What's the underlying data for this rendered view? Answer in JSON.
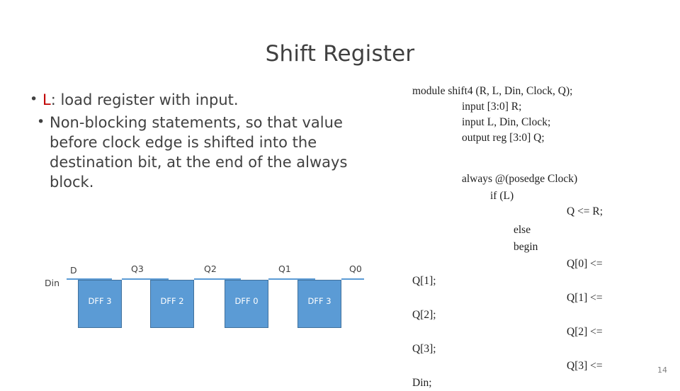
{
  "slide": {
    "title": "Shift Register",
    "page_number": "14"
  },
  "bullets": [
    {
      "prefix": "L",
      "rest": ": load register with input."
    },
    {
      "prefix": "",
      "rest": "Non-blocking statements, so that value before clock edge is shifted into the destination bit, at the end of the always block."
    }
  ],
  "code": {
    "line1_kw": "module",
    "line1_rest": "shift4 (R, L, Din, Clock, Q);",
    "line2_kw": "input",
    "line2_rest": "[3:0] R;",
    "line3_kw": "input",
    "line3_rest": "L, Din, Clock;",
    "line4_kw": "output reg",
    "line4_rest": "[3:0] Q;",
    "line5_kw": "always",
    "line5_rest": "@(posedge Clock)",
    "line6_kw": "if",
    "line6_cond": "(L)",
    "line7": "Q <= R;",
    "line8_kw": "else",
    "line9_kw": "begin",
    "line10": "Q[0] <=",
    "line11": "Q[1];",
    "line12": "Q[1] <=",
    "line13": "Q[2];",
    "line14": "Q[2] <=",
    "line15": "Q[3];",
    "line16": "Q[3] <=",
    "line17": "Din;"
  },
  "diagram": {
    "input_label": "Din",
    "blocks": [
      {
        "label": "DFF 3",
        "out": "Q3"
      },
      {
        "label": "DFF 2",
        "out": "Q2"
      },
      {
        "label": "DFF 0",
        "out": "Q1"
      },
      {
        "label": "DFF 3",
        "out": "Q0"
      }
    ],
    "colors": {
      "block_fill": "#5b9bd5",
      "block_border": "#41719c",
      "wire": "#5b9bd5",
      "accent_red": "#c00000"
    }
  }
}
